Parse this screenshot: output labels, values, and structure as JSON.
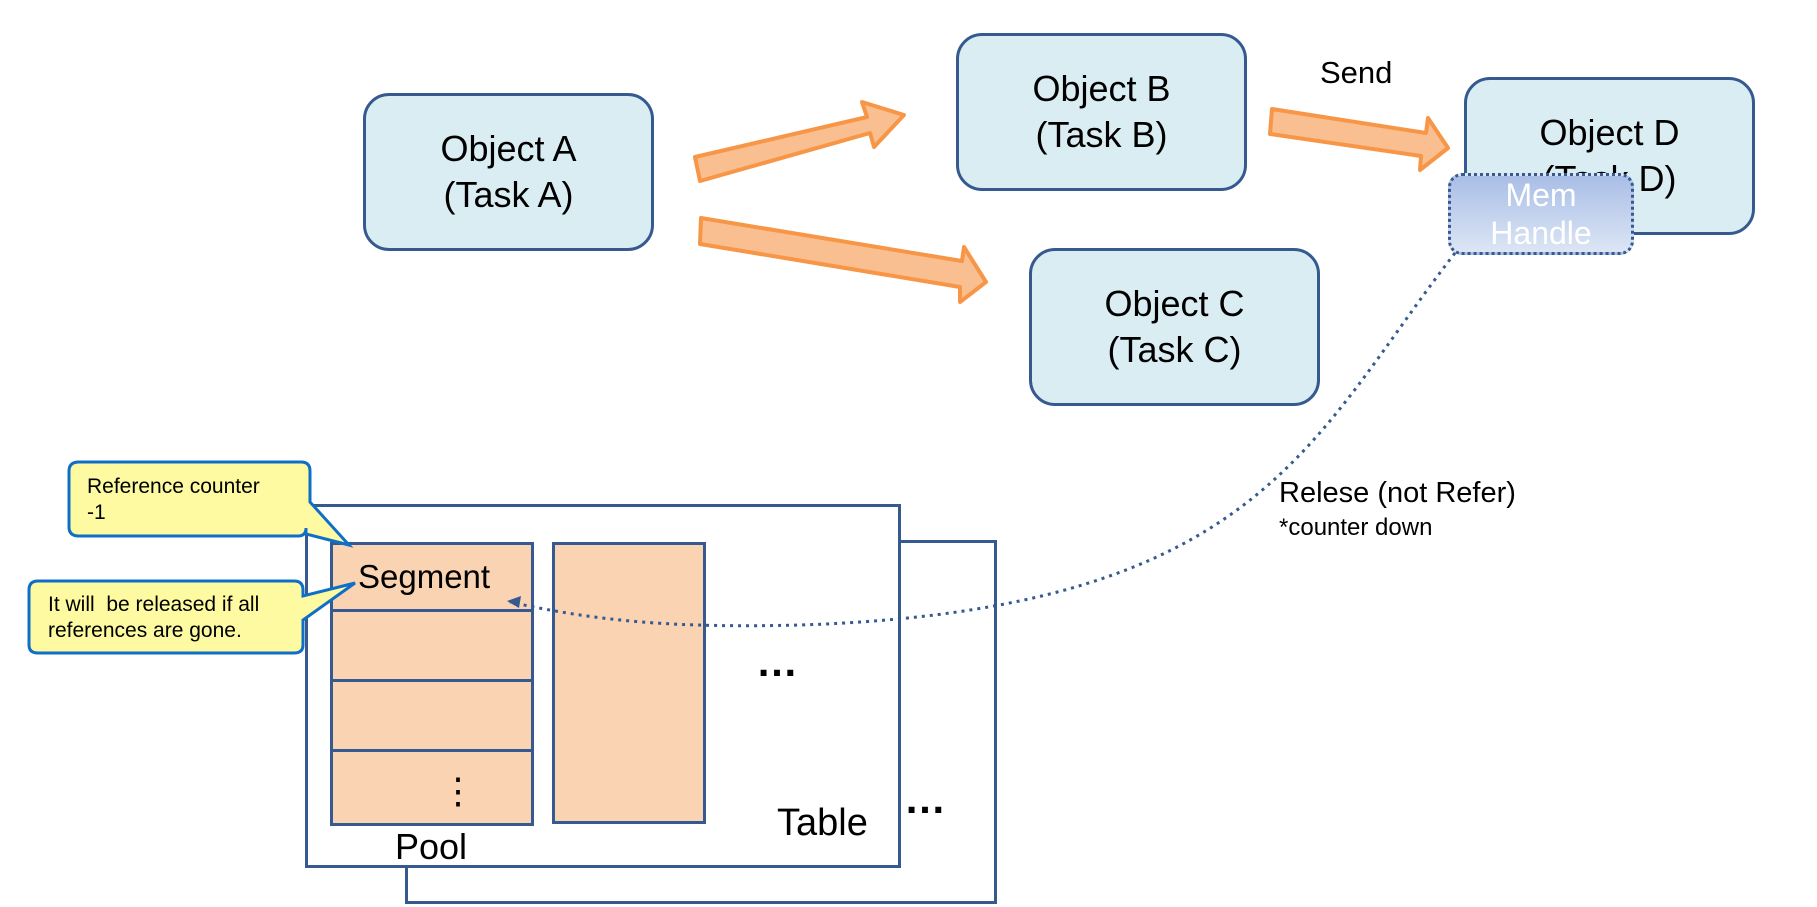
{
  "objects": {
    "a": {
      "name": "Object A",
      "task": "(Task A)"
    },
    "b": {
      "name": "Object B",
      "task": "(Task B)"
    },
    "c": {
      "name": "Object C",
      "task": "(Task C)"
    },
    "d": {
      "name": "Object D",
      "task": "(Task D)"
    }
  },
  "send_label": "Send",
  "mem_handle": {
    "line1": "Mem",
    "line2": "Handle"
  },
  "release": {
    "label": "Relese (not Refer)",
    "note": "*counter down"
  },
  "pool": {
    "segment_label": "Segment",
    "vertical_ellipsis": "⋮",
    "label": "Pool"
  },
  "table": {
    "ellipsis": "…",
    "label": "Table",
    "outer_ellipsis": "…"
  },
  "callouts": {
    "reference_counter": {
      "line1": "Reference counter",
      "line2": "-1"
    },
    "released": {
      "line1": "It will  be released if all",
      "line2": "references are gone."
    }
  },
  "colors": {
    "object_fill": "#daedf3",
    "border": "#36598f",
    "arrow_fill": "#f9bf91",
    "arrow_stroke": "#f79646",
    "segment_fill": "#f9d3b2",
    "callout_fill": "#fdfaa1",
    "callout_stroke": "#0f6fc6",
    "handle_fill": "#a9bee6"
  }
}
